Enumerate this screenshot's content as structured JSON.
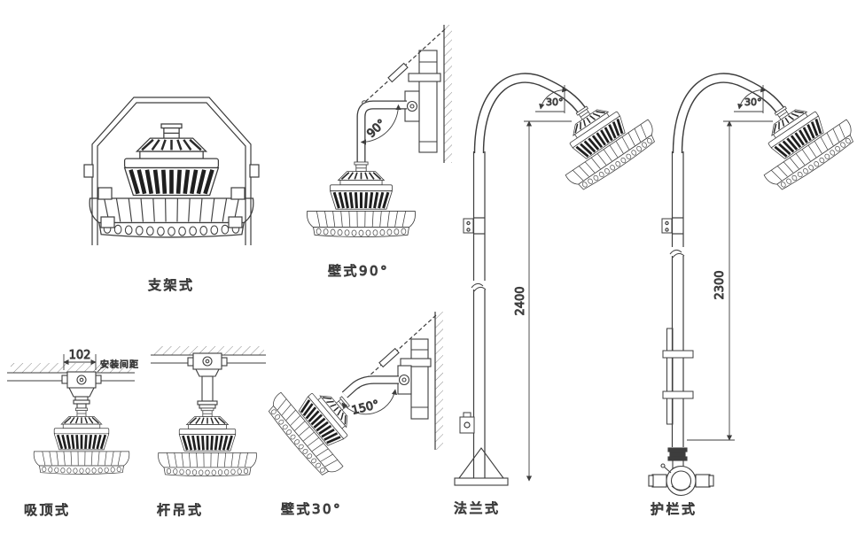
{
  "title": "lamp-mounting-options-diagram",
  "figures": {
    "bracket": {
      "label": "支架式"
    },
    "wall90": {
      "label": "壁式90°",
      "angle": "90°"
    },
    "ceiling": {
      "label": "吸顶式",
      "dim": "102",
      "note": "安装间距"
    },
    "pole_hang": {
      "label": "杆吊式"
    },
    "wall30": {
      "label": "壁式30°",
      "angle": "150°"
    },
    "flange": {
      "label": "法兰式",
      "height": "2400",
      "angle": "30°"
    },
    "guardrail": {
      "label": "护栏式",
      "height": "2300",
      "angle": "30°"
    }
  },
  "colors": {
    "line": "#3d3d3d",
    "fin_dark": "#1f1f1f",
    "background": "#ffffff"
  }
}
